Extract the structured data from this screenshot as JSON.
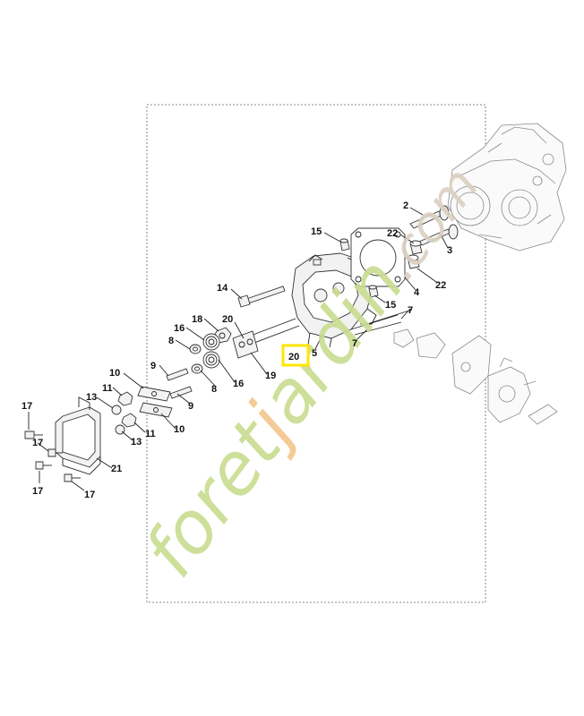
{
  "watermark": {
    "parts": [
      {
        "text": "foret",
        "color": "#c9dc8f"
      },
      {
        "text": "j",
        "color": "#f3c58c"
      },
      {
        "text": "ardin",
        "color": "#c9dc8f"
      },
      {
        "text": ".com",
        "color": "#d9cfc0"
      }
    ]
  },
  "highlight": {
    "label": "20",
    "color": "#ffe600"
  },
  "labels": [
    {
      "id": "2",
      "text": "2"
    },
    {
      "id": "3",
      "text": "3"
    },
    {
      "id": "22a",
      "text": "22"
    },
    {
      "id": "22b",
      "text": "22"
    },
    {
      "id": "15a",
      "text": "15"
    },
    {
      "id": "15b",
      "text": "15"
    },
    {
      "id": "4",
      "text": "4"
    },
    {
      "id": "14",
      "text": "14"
    },
    {
      "id": "7a",
      "text": "7"
    },
    {
      "id": "7b",
      "text": "7"
    },
    {
      "id": "18",
      "text": "18"
    },
    {
      "id": "20a",
      "text": "20"
    },
    {
      "id": "5",
      "text": "5"
    },
    {
      "id": "16a",
      "text": "16"
    },
    {
      "id": "16b",
      "text": "16"
    },
    {
      "id": "8a",
      "text": "8"
    },
    {
      "id": "8b",
      "text": "8"
    },
    {
      "id": "19",
      "text": "19"
    },
    {
      "id": "9a",
      "text": "9"
    },
    {
      "id": "9b",
      "text": "9"
    },
    {
      "id": "10a",
      "text": "10"
    },
    {
      "id": "10b",
      "text": "10"
    },
    {
      "id": "11a",
      "text": "11"
    },
    {
      "id": "11b",
      "text": "11"
    },
    {
      "id": "13a",
      "text": "13"
    },
    {
      "id": "13b",
      "text": "13"
    },
    {
      "id": "17a",
      "text": "17"
    },
    {
      "id": "17b",
      "text": "17"
    },
    {
      "id": "17c",
      "text": "17"
    },
    {
      "id": "17d",
      "text": "17"
    },
    {
      "id": "21",
      "text": "21"
    }
  ]
}
